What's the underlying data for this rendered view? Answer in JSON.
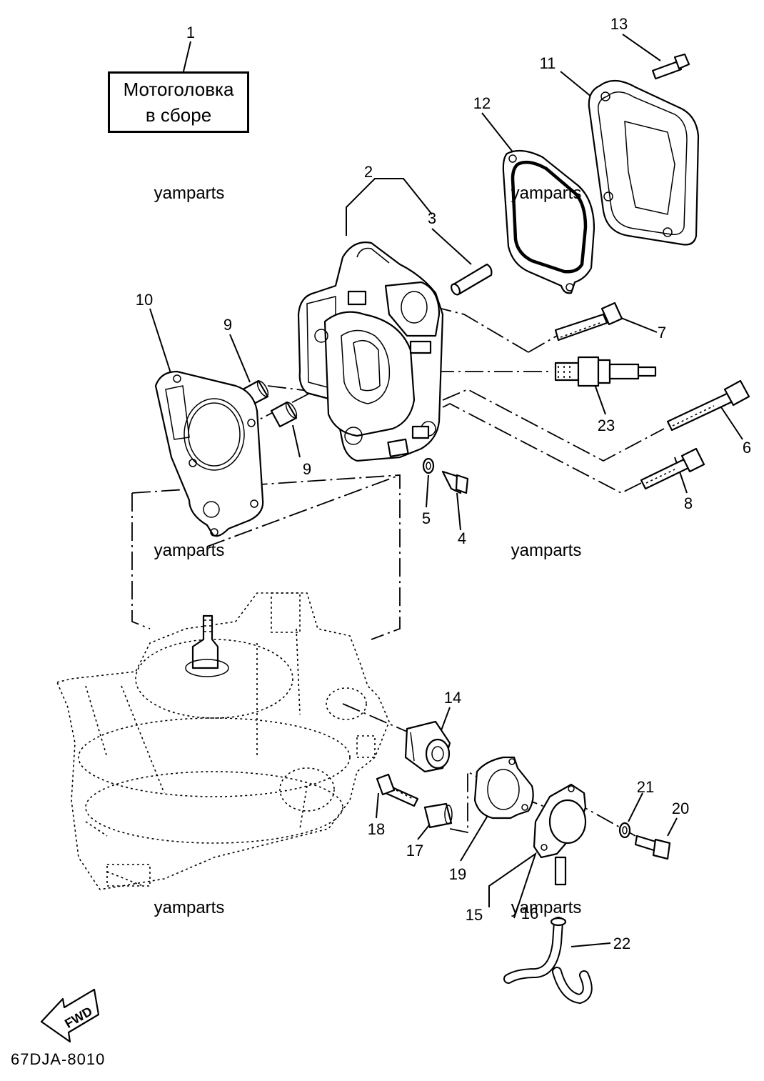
{
  "title": {
    "line1": "Мотоголовка",
    "line2": "в сборе"
  },
  "diagram_code": "67DJA-8010",
  "fwd_label": "FWD",
  "watermark": "yamparts",
  "callouts": [
    "1",
    "2",
    "3",
    "4",
    "5",
    "6",
    "7",
    "8",
    "9",
    "10",
    "11",
    "12",
    "13",
    "14",
    "15",
    "16",
    "17",
    "18",
    "19",
    "20",
    "21",
    "22",
    "23"
  ],
  "callouts_9b": "9"
}
